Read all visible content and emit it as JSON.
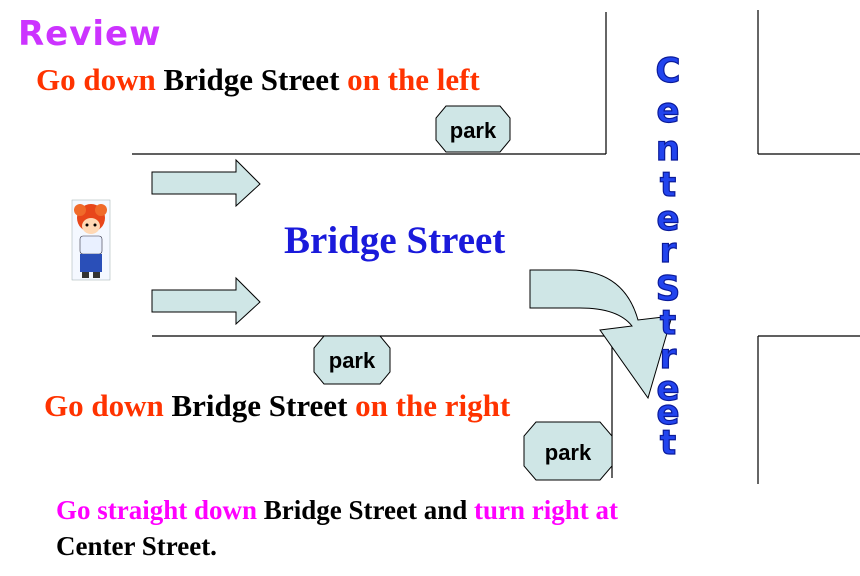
{
  "title": "Review",
  "sentence_left": {
    "part1": "Go down ",
    "part2": "Bridge Street",
    "part3": " on the left"
  },
  "sentence_right": {
    "part1": "Go down ",
    "part2": "Bridge Street",
    "part3": " on the right"
  },
  "sentence_turn": {
    "part1": "Go straight down ",
    "part2": "Bridge Street and ",
    "part3": "turn right at",
    "part4": "Center Street."
  },
  "map": {
    "horizontal_street": "Bridge Street",
    "vertical_street_letters": [
      "C",
      "e",
      "n",
      "t",
      "e",
      "r",
      " ",
      "S",
      "t",
      "r",
      "e",
      "e",
      "t"
    ],
    "park_labels": [
      "park",
      "park",
      "park"
    ]
  },
  "colors": {
    "title": "#cc33ff",
    "instruction": "#ff3300",
    "street_name_text": "#000000",
    "turn_text": "#ff00ff",
    "street_label": "#1a1adb",
    "shape_fill": "#cfe6e6"
  },
  "icons": [
    "right-arrow-icon",
    "turn-arrow-icon",
    "park-sign-icon",
    "boy-character-icon"
  ]
}
